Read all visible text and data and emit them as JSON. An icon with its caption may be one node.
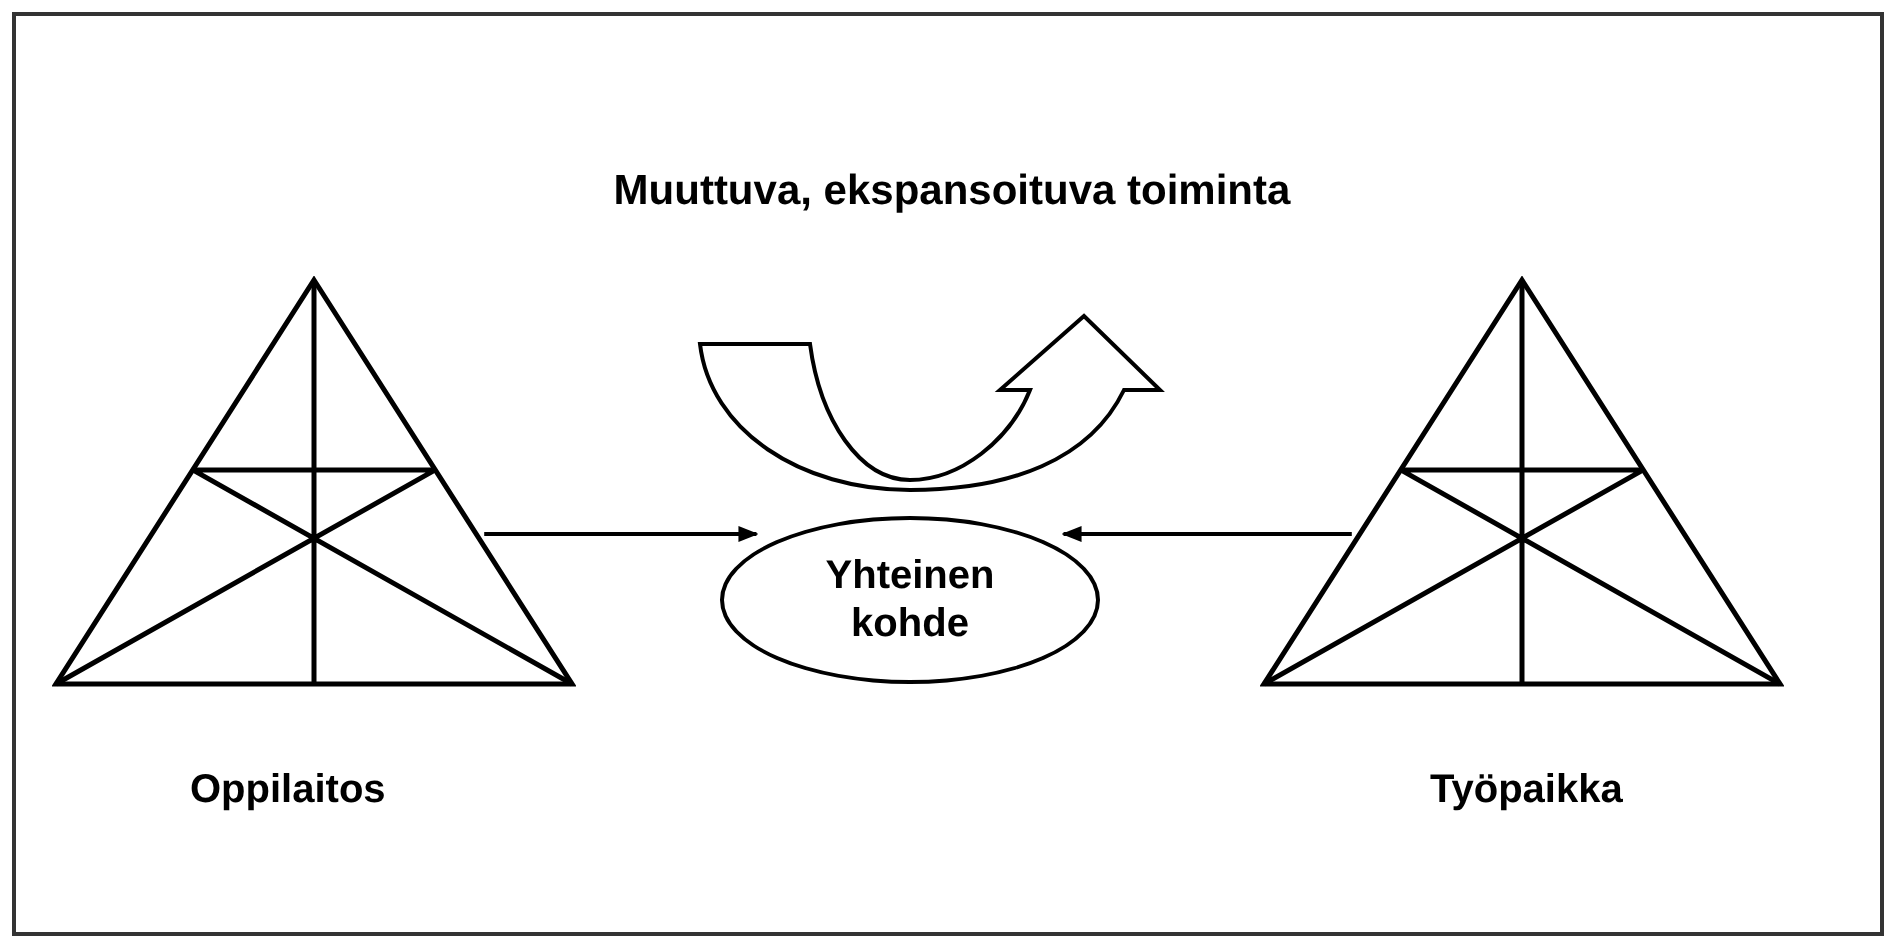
{
  "diagram": {
    "title": "Muuttuva, ekspansoituva toiminta",
    "nodes": [
      {
        "text": [
          "Oppilaitos"
        ]
      },
      {
        "text": [
          "Yhteinen kohde"
        ]
      },
      {
        "text": [
          "Työpaikka"
        ]
      }
    ],
    "edges": [
      {
        "from": 0,
        "to": 1,
        "arrow": "to"
      },
      {
        "from": 2,
        "to": 1,
        "arrow": "to"
      }
    ]
  }
}
